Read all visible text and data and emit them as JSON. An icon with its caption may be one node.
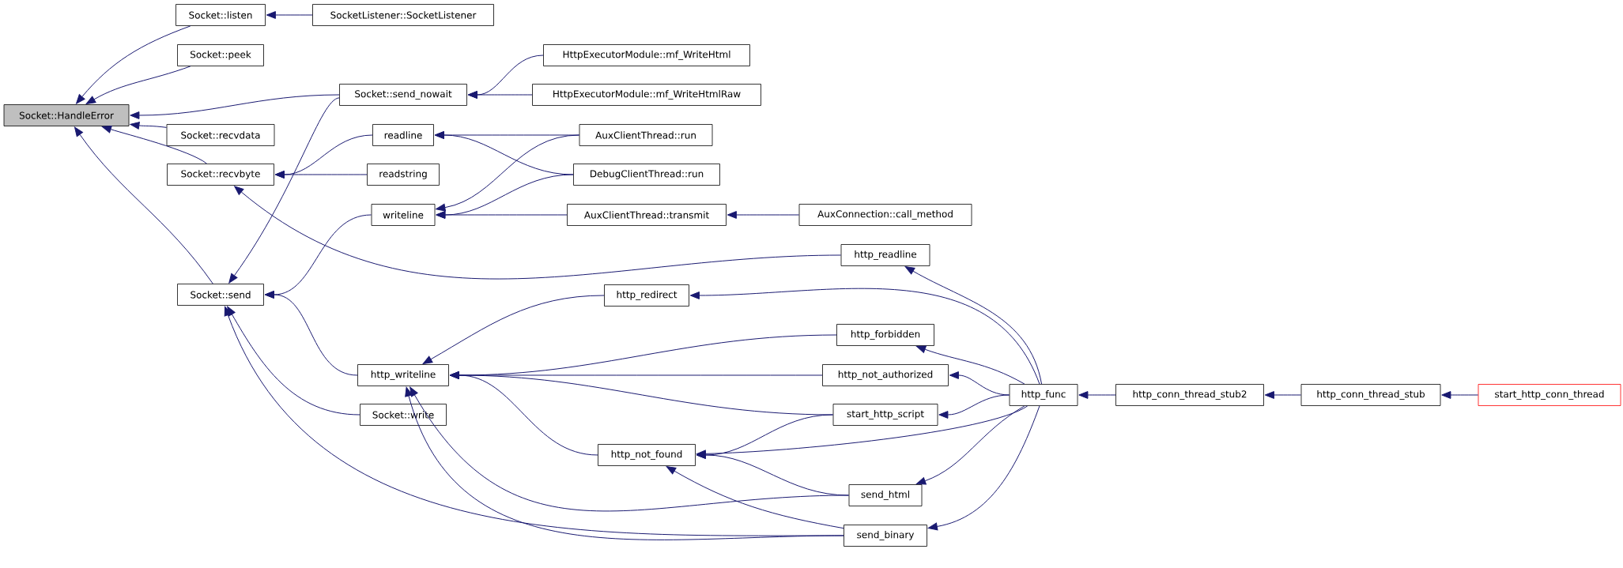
{
  "diagram": {
    "nodes": [
      {
        "text": [
          "Socket::HandleError"
        ]
      },
      {
        "text": [
          "Socket::listen"
        ]
      },
      {
        "text": [
          "SocketListener::SocketListener"
        ]
      },
      {
        "text": [
          "Socket::peek"
        ]
      },
      {
        "text": [
          "Socket::send_nowait"
        ]
      },
      {
        "text": [
          "HttpExecutorModule::mf_WriteHtml"
        ]
      },
      {
        "text": [
          "HttpExecutorModule::mf_WriteHtmlRaw"
        ]
      },
      {
        "text": [
          "Socket::recvdata"
        ]
      },
      {
        "text": [
          "readline"
        ]
      },
      {
        "text": [
          "AuxClientThread::run"
        ]
      },
      {
        "text": [
          "Socket::recvbyte"
        ]
      },
      {
        "text": [
          "readstring"
        ]
      },
      {
        "text": [
          "DebugClientThread::run"
        ]
      },
      {
        "text": [
          "writeline"
        ]
      },
      {
        "text": [
          "AuxClientThread::transmit"
        ]
      },
      {
        "text": [
          "AuxConnection::call_method"
        ]
      },
      {
        "text": [
          "http_readline"
        ]
      },
      {
        "text": [
          "Socket::send"
        ]
      },
      {
        "text": [
          "http_redirect"
        ]
      },
      {
        "text": [
          "http_forbidden"
        ]
      },
      {
        "text": [
          "http_writeline"
        ]
      },
      {
        "text": [
          "http_not_authorized"
        ]
      },
      {
        "text": [
          "start_http_script"
        ]
      },
      {
        "text": [
          "http_func"
        ]
      },
      {
        "text": [
          "http_conn_thread_stub2"
        ]
      },
      {
        "text": [
          "http_conn_thread_stub"
        ]
      },
      {
        "text": [
          "start_http_conn_thread"
        ]
      },
      {
        "text": [
          "Socket::write"
        ]
      },
      {
        "text": [
          "http_not_found"
        ]
      },
      {
        "text": [
          "send_html"
        ]
      },
      {
        "text": [
          "send_binary"
        ]
      }
    ],
    "edges": [
      {
        "from": 1,
        "to": 0,
        "arrow": "to"
      },
      {
        "from": 3,
        "to": 0,
        "arrow": "to"
      },
      {
        "from": 4,
        "to": 0,
        "arrow": "to"
      },
      {
        "from": 7,
        "to": 0,
        "arrow": "to"
      },
      {
        "from": 10,
        "to": 0,
        "arrow": "to"
      },
      {
        "from": 17,
        "to": 0,
        "arrow": "to"
      },
      {
        "from": 2,
        "to": 1,
        "arrow": "to"
      },
      {
        "from": 5,
        "to": 4,
        "arrow": "to"
      },
      {
        "from": 6,
        "to": 4,
        "arrow": "to"
      },
      {
        "from": 4,
        "to": 17,
        "arrow": "to"
      },
      {
        "from": 8,
        "to": 10,
        "arrow": "to"
      },
      {
        "from": 11,
        "to": 10,
        "arrow": "to"
      },
      {
        "from": 16,
        "to": 10,
        "arrow": "to"
      },
      {
        "from": 13,
        "to": 17,
        "arrow": "to"
      },
      {
        "from": 20,
        "to": 17,
        "arrow": "to"
      },
      {
        "from": 27,
        "to": 17,
        "arrow": "to"
      },
      {
        "from": 30,
        "to": 17,
        "arrow": "to"
      },
      {
        "from": 9,
        "to": 8,
        "arrow": "to"
      },
      {
        "from": 12,
        "to": 8,
        "arrow": "to"
      },
      {
        "from": 9,
        "to": 13,
        "arrow": "to"
      },
      {
        "from": 12,
        "to": 13,
        "arrow": "to"
      },
      {
        "from": 14,
        "to": 13,
        "arrow": "to"
      },
      {
        "from": 15,
        "to": 14,
        "arrow": "to"
      },
      {
        "from": 18,
        "to": 20,
        "arrow": "to"
      },
      {
        "from": 19,
        "to": 20,
        "arrow": "to"
      },
      {
        "from": 21,
        "to": 20,
        "arrow": "to"
      },
      {
        "from": 22,
        "to": 20,
        "arrow": "to"
      },
      {
        "from": 28,
        "to": 20,
        "arrow": "to"
      },
      {
        "from": 29,
        "to": 20,
        "arrow": "to"
      },
      {
        "from": 30,
        "to": 20,
        "arrow": "to"
      },
      {
        "from": 22,
        "to": 28,
        "arrow": "to"
      },
      {
        "from": 23,
        "to": 28,
        "arrow": "to"
      },
      {
        "from": 29,
        "to": 28,
        "arrow": "to"
      },
      {
        "from": 30,
        "to": 28,
        "arrow": "to"
      },
      {
        "from": 23,
        "to": 16,
        "arrow": "to"
      },
      {
        "from": 23,
        "to": 18,
        "arrow": "to"
      },
      {
        "from": 23,
        "to": 19,
        "arrow": "to"
      },
      {
        "from": 23,
        "to": 21,
        "arrow": "to"
      },
      {
        "from": 23,
        "to": 22,
        "arrow": "to"
      },
      {
        "from": 23,
        "to": 29,
        "arrow": "to"
      },
      {
        "from": 23,
        "to": 30,
        "arrow": "to"
      },
      {
        "from": 24,
        "to": 23,
        "arrow": "to"
      },
      {
        "from": 25,
        "to": 24,
        "arrow": "to"
      },
      {
        "from": 26,
        "to": 25,
        "arrow": "to"
      }
    ]
  }
}
